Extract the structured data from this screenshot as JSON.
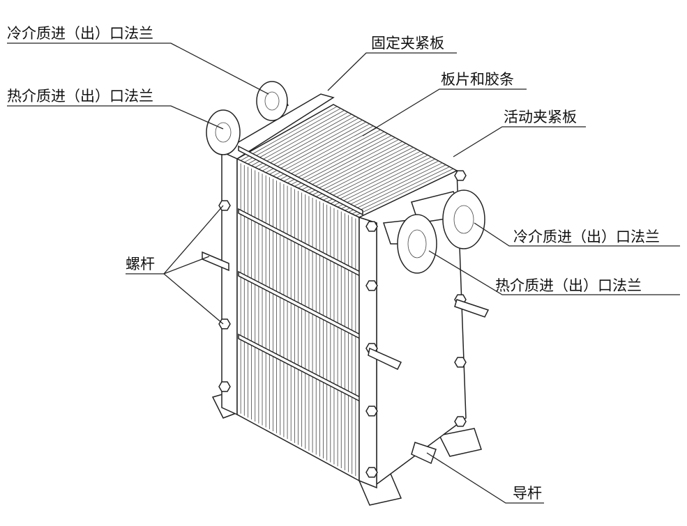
{
  "title": "板式换热器结构示意图",
  "labels": {
    "cold_flange_left": "冷介质进（出）口法兰",
    "hot_flange_left": "热介质进（出）口法兰",
    "fixed_plate": "固定夹紧板",
    "plates_gaskets": "板片和胶条",
    "movable_plate": "活动夹紧板",
    "cold_flange_right": "冷介质进（出）口法兰",
    "hot_flange_right": "热介质进（出）口法兰",
    "bolts": "螺杆",
    "guide_bar": "导杆"
  }
}
